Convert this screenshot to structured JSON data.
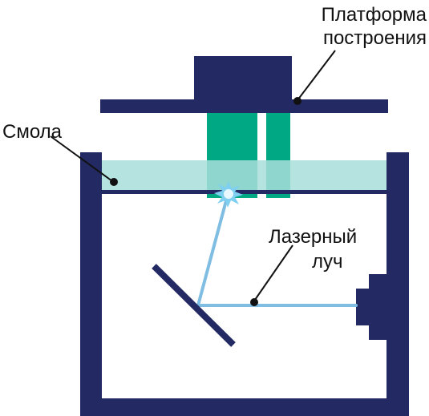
{
  "labels": {
    "platform_line1": "Платформа",
    "platform_line2": "построения",
    "resin": "Смола",
    "laser_line1": "Лазерный",
    "laser_line2": "луч"
  },
  "colors": {
    "frame": "#232a63",
    "resin_fill": "#a8dedb",
    "part": "#00a884",
    "laser": "#7fbde3",
    "spark": "#7fd0f0",
    "leader": "#111111",
    "text": "#111111"
  }
}
